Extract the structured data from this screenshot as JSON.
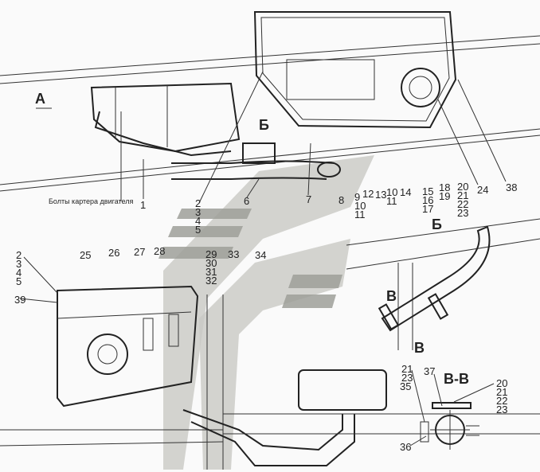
{
  "view_labels": {
    "view_a": "А",
    "section_b_top": "Б",
    "section_b_right": "Б",
    "section_v_1": "В",
    "section_v_2": "В",
    "section_vv": "В-В"
  },
  "note": "Болты картера двигателя",
  "callouts": {
    "c1": "1",
    "c6": "6",
    "c7": "7",
    "c8": "8",
    "c9": [
      "9",
      "10",
      "11"
    ],
    "c12": "12",
    "c13": "13",
    "c10": [
      "10",
      "11"
    ],
    "c14": "14",
    "c15": [
      "15",
      "16",
      "17"
    ],
    "c18": [
      "18",
      "19"
    ],
    "c20": [
      "20",
      "21",
      "22",
      "23"
    ],
    "c24": "24",
    "c38": "38",
    "c2top": [
      "2",
      "3",
      "4",
      "5"
    ],
    "c2left": [
      "2",
      "3",
      "4",
      "5"
    ],
    "c39": "39",
    "c25": "25",
    "c26": "26",
    "c27": "27",
    "c28": "28",
    "c29": [
      "29",
      "30",
      "31",
      "32"
    ],
    "c33": "33",
    "c34": "34",
    "c21": [
      "21",
      "23",
      "35"
    ],
    "c37": "37",
    "c20vv": [
      "20",
      "21",
      "22",
      "23"
    ],
    "c36": "36"
  }
}
